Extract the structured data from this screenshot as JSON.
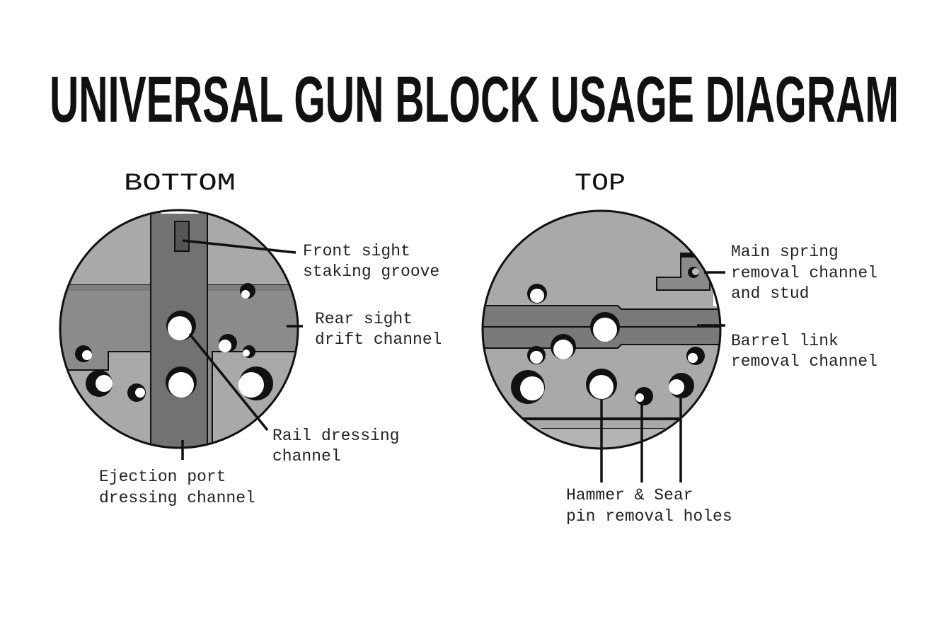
{
  "title": "UNIVERSAL GUN BLOCK USAGE DIAGRAM",
  "bottom_view": {
    "heading": "BOTTOM",
    "labels": {
      "front_sight": [
        "Front sight",
        "staking groove"
      ],
      "rear_sight": [
        "Rear sight",
        "drift channel"
      ],
      "rail": [
        "Rail dressing",
        "channel"
      ],
      "ejection": [
        "Ejection port",
        "dressing channel"
      ]
    }
  },
  "top_view": {
    "heading": "TOP",
    "labels": {
      "main_spring": [
        "Main spring",
        "removal channel",
        "and stud"
      ],
      "barrel_link": [
        "Barrel link",
        "removal channel"
      ],
      "hammer_sear": [
        "Hammer & Sear",
        "pin removal holes"
      ]
    }
  },
  "colors": {
    "light": "#a9a9a9",
    "mid": "#8b8b8b",
    "dark": "#727272",
    "ink": "#111111"
  }
}
